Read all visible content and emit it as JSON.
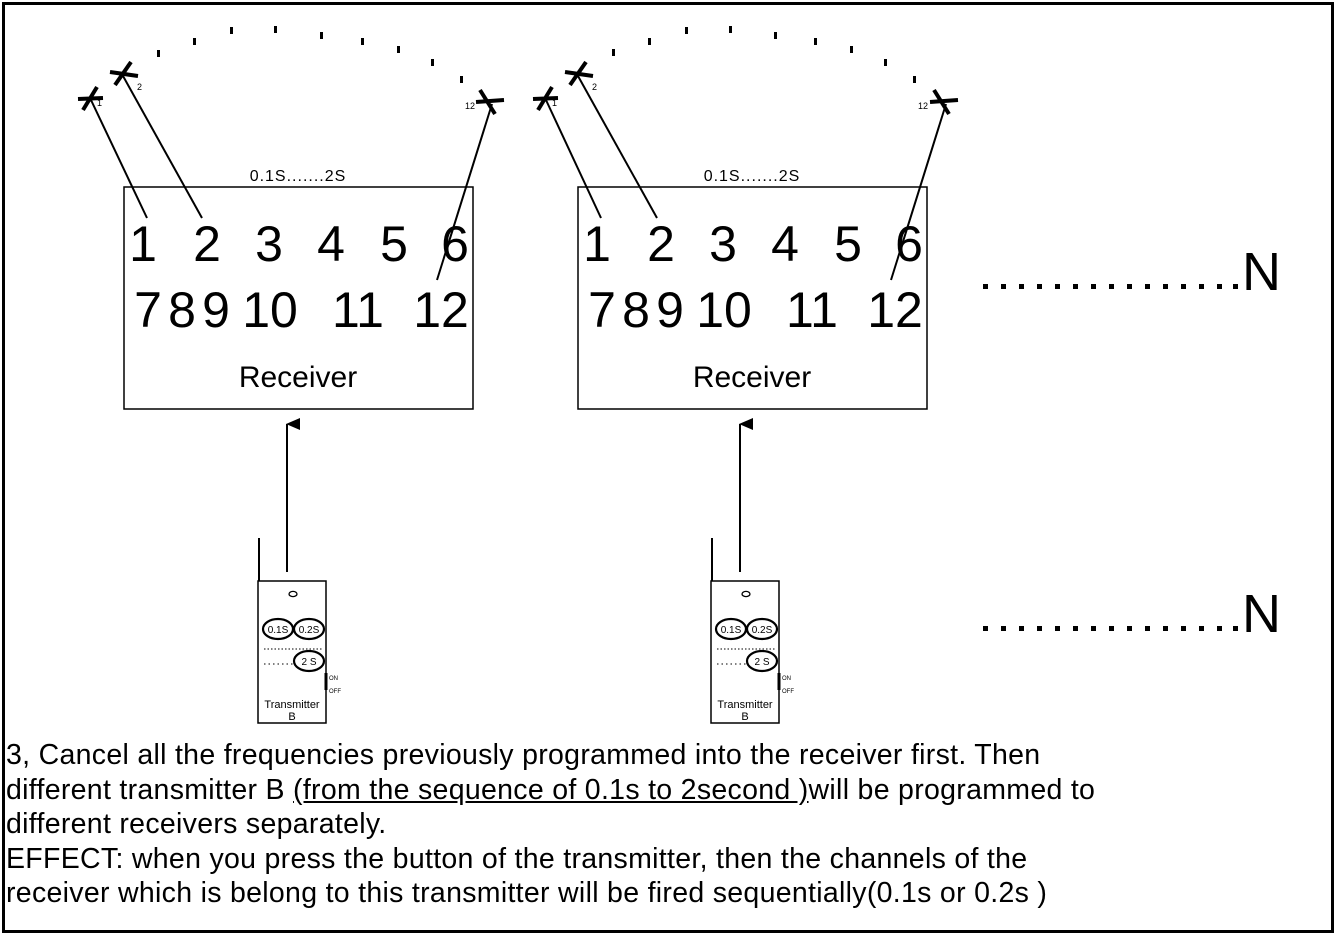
{
  "diagram": {
    "timing_label": "0.1S.......2S",
    "receiver_label": "Receiver",
    "channels_row1": [
      "1",
      "2",
      "3",
      "4",
      "5",
      "6"
    ],
    "channels_row2": [
      "7",
      "8",
      "9",
      "10",
      "11",
      "12"
    ],
    "igniter_labels": {
      "first": "1",
      "second": "2",
      "last": "12"
    },
    "transmitter_label": "Transmitter",
    "transmitter_sub": "B",
    "button_labels": {
      "b1": "0.1S",
      "b2": "0.2S",
      "b3": "2 S"
    },
    "switch_on": "ON",
    "switch_off": "OFF",
    "continuation_label": "N"
  },
  "caption": {
    "line1": "3, Cancel all the frequencies previously programmed into the receiver first. Then",
    "line2_pre": "different transmitter B ",
    "line2_underlined": "(from the sequence of 0.1s to 2second )",
    "line2_post": "will be programmed to",
    "line3": "different receivers separately.",
    "line4": "EFFECT: when you press the button of the transmitter, then the channels of the",
    "line5": "receiver which is belong to this transmitter will be fired sequentially(0.1s or 0.2s )"
  }
}
